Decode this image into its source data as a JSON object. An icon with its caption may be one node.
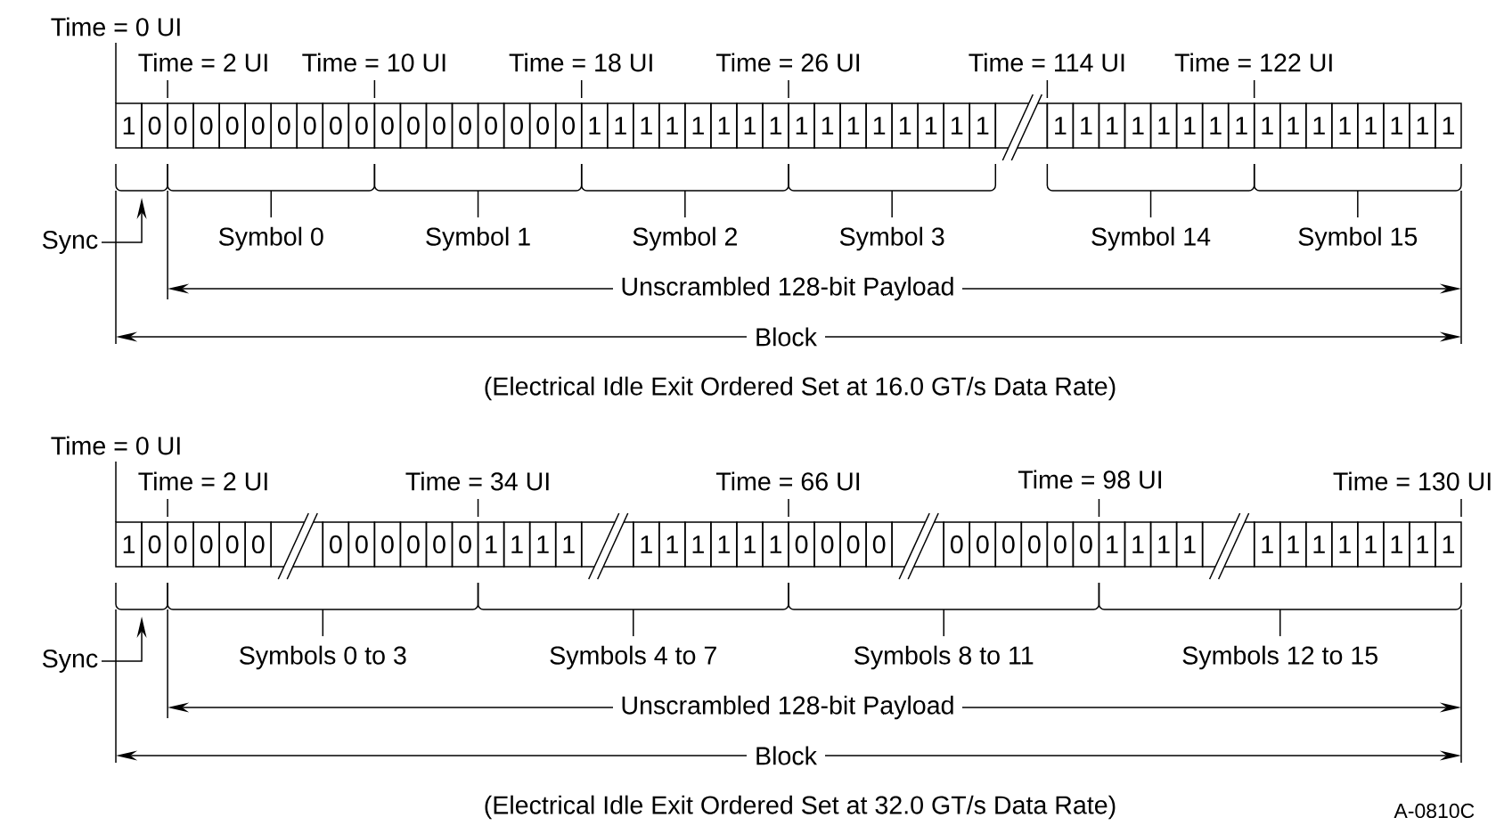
{
  "diagram": {
    "nodes": [
      {
        "text": [
          "1"
        ],
        "beside": [
          "Time = 0 UI"
        ]
      },
      {
        "text": [
          "0"
        ],
        "beside": [
          "Time = 2 UI"
        ]
      },
      {
        "text": [
          "0"
        ]
      },
      {
        "text": [
          "0"
        ]
      },
      {
        "text": [
          "0"
        ]
      },
      {
        "text": [
          "0"
        ]
      },
      {
        "text": [
          "0"
        ]
      },
      {
        "text": [
          "0"
        ]
      },
      {
        "text": [
          "0"
        ]
      },
      {
        "text": [
          "0"
        ],
        "beside": [
          "Time = 10 UI"
        ]
      },
      {
        "text": [
          "0"
        ]
      },
      {
        "text": [
          "0"
        ]
      },
      {
        "text": [
          "0"
        ]
      },
      {
        "text": [
          "0"
        ]
      },
      {
        "text": [
          "0"
        ]
      },
      {
        "text": [
          "0"
        ]
      },
      {
        "text": [
          "0"
        ]
      },
      {
        "text": [
          "0"
        ],
        "beside": [
          "Time = 18 UI"
        ]
      },
      {
        "text": [
          "1"
        ]
      },
      {
        "text": [
          "1"
        ]
      },
      {
        "text": [
          "1"
        ]
      },
      {
        "text": [
          "1"
        ]
      },
      {
        "text": [
          "1"
        ]
      },
      {
        "text": [
          "1"
        ]
      },
      {
        "text": [
          "1"
        ]
      },
      {
        "text": [
          "1"
        ],
        "beside": [
          "Time = 26 UI"
        ]
      },
      {
        "text": [
          "1"
        ]
      },
      {
        "text": [
          "1"
        ]
      },
      {
        "text": [
          "1"
        ]
      },
      {
        "text": [
          "1"
        ]
      },
      {
        "text": [
          "1"
        ]
      },
      {
        "text": [
          "1"
        ]
      },
      {
        "text": [
          "1"
        ]
      },
      {
        "text": [
          "1"
        ]
      },
      {
        "text": [],
        "shape": "box",
        "beside": [
          "Time = 114 UI"
        ]
      },
      {
        "text": [
          "1"
        ]
      },
      {
        "text": [
          "1"
        ]
      },
      {
        "text": [
          "1"
        ]
      },
      {
        "text": [
          "1"
        ]
      },
      {
        "text": [
          "1"
        ]
      },
      {
        "text": [
          "1"
        ]
      },
      {
        "text": [
          "1"
        ]
      },
      {
        "text": [
          "1"
        ],
        "beside": [
          "Time = 122 UI"
        ]
      },
      {
        "text": [
          "1"
        ]
      },
      {
        "text": [
          "1"
        ]
      },
      {
        "text": [
          "1"
        ]
      },
      {
        "text": [
          "1"
        ]
      },
      {
        "text": [
          "1"
        ]
      },
      {
        "text": [
          "1"
        ]
      },
      {
        "text": [
          "1"
        ]
      },
      {
        "text": [
          "1"
        ]
      },
      {
        "text": [],
        "shape": "brace"
      },
      {
        "text": [
          "Sync"
        ]
      },
      {
        "text": [
          "1"
        ],
        "beside": [
          "Time = 0 UI"
        ]
      },
      {
        "text": [
          "0"
        ],
        "beside": [
          "Time = 2 UI"
        ]
      },
      {
        "text": [
          "0"
        ]
      },
      {
        "text": [
          "0"
        ]
      },
      {
        "text": [
          "0"
        ]
      },
      {
        "text": [
          "0"
        ]
      },
      {
        "text": [],
        "shape": "box"
      },
      {
        "text": [
          "0"
        ]
      },
      {
        "text": [
          "0"
        ]
      },
      {
        "text": [
          "0"
        ]
      },
      {
        "text": [
          "0"
        ]
      },
      {
        "text": [
          "0"
        ]
      },
      {
        "text": [
          "0"
        ],
        "beside": [
          "Time = 34 UI"
        ]
      },
      {
        "text": [
          "1"
        ]
      },
      {
        "text": [
          "1"
        ]
      },
      {
        "text": [
          "1"
        ]
      },
      {
        "text": [
          "1"
        ]
      },
      {
        "text": [],
        "shape": "box"
      },
      {
        "text": [
          "1"
        ]
      },
      {
        "text": [
          "1"
        ]
      },
      {
        "text": [
          "1"
        ]
      },
      {
        "text": [
          "1"
        ]
      },
      {
        "text": [
          "1"
        ]
      },
      {
        "text": [
          "1"
        ],
        "beside": [
          "Time = 66 UI"
        ]
      },
      {
        "text": [
          "0"
        ]
      },
      {
        "text": [
          "0"
        ]
      },
      {
        "text": [
          "0"
        ]
      },
      {
        "text": [
          "0"
        ]
      },
      {
        "text": [],
        "shape": "box"
      },
      {
        "text": [
          "0"
        ]
      },
      {
        "text": [
          "0"
        ]
      },
      {
        "text": [
          "0"
        ]
      },
      {
        "text": [
          "0"
        ]
      },
      {
        "text": [
          "0"
        ]
      },
      {
        "text": [
          "0"
        ],
        "beside": [
          "Time = 98 UI"
        ]
      },
      {
        "text": [
          "1"
        ]
      },
      {
        "text": [
          "1"
        ]
      },
      {
        "text": [
          "1"
        ]
      },
      {
        "text": [
          "1"
        ]
      },
      {
        "text": [],
        "shape": "box"
      },
      {
        "text": [
          "1"
        ]
      },
      {
        "text": [
          "1"
        ]
      },
      {
        "text": [
          "1"
        ]
      },
      {
        "text": [
          "1"
        ]
      },
      {
        "text": [
          "1"
        ]
      },
      {
        "text": [
          "1"
        ]
      },
      {
        "text": [
          "1"
        ]
      },
      {
        "text": [
          "1"
        ],
        "beside": [
          "Time = 130 UI"
        ]
      },
      {
        "text": [],
        "shape": "brace"
      },
      {
        "text": [
          "Sync"
        ]
      }
    ],
    "edges": [
      {
        "from": 52,
        "to": 51,
        "arrow": "to"
      },
      {
        "from": 102,
        "to": 101,
        "arrow": "to"
      }
    ],
    "labels": [
      "Symbol 0",
      "Symbol 1",
      "Symbol 2",
      "Symbol 3",
      "Symbol 14",
      "Symbol 15",
      "Unscrambled 128-bit Payload",
      "Block",
      "(Electrical Idle Exit Ordered Set at 16.0 GT/s Data Rate)",
      "Symbols 0 to 3",
      "Symbols 4 to 7",
      "Symbols 8 to 11",
      "Symbols 12 to 15",
      "Unscrambled 128-bit Payload",
      "Block",
      "(Electrical Idle Exit Ordered Set at 32.0 GT/s Data Rate)",
      "A-0810C"
    ]
  }
}
